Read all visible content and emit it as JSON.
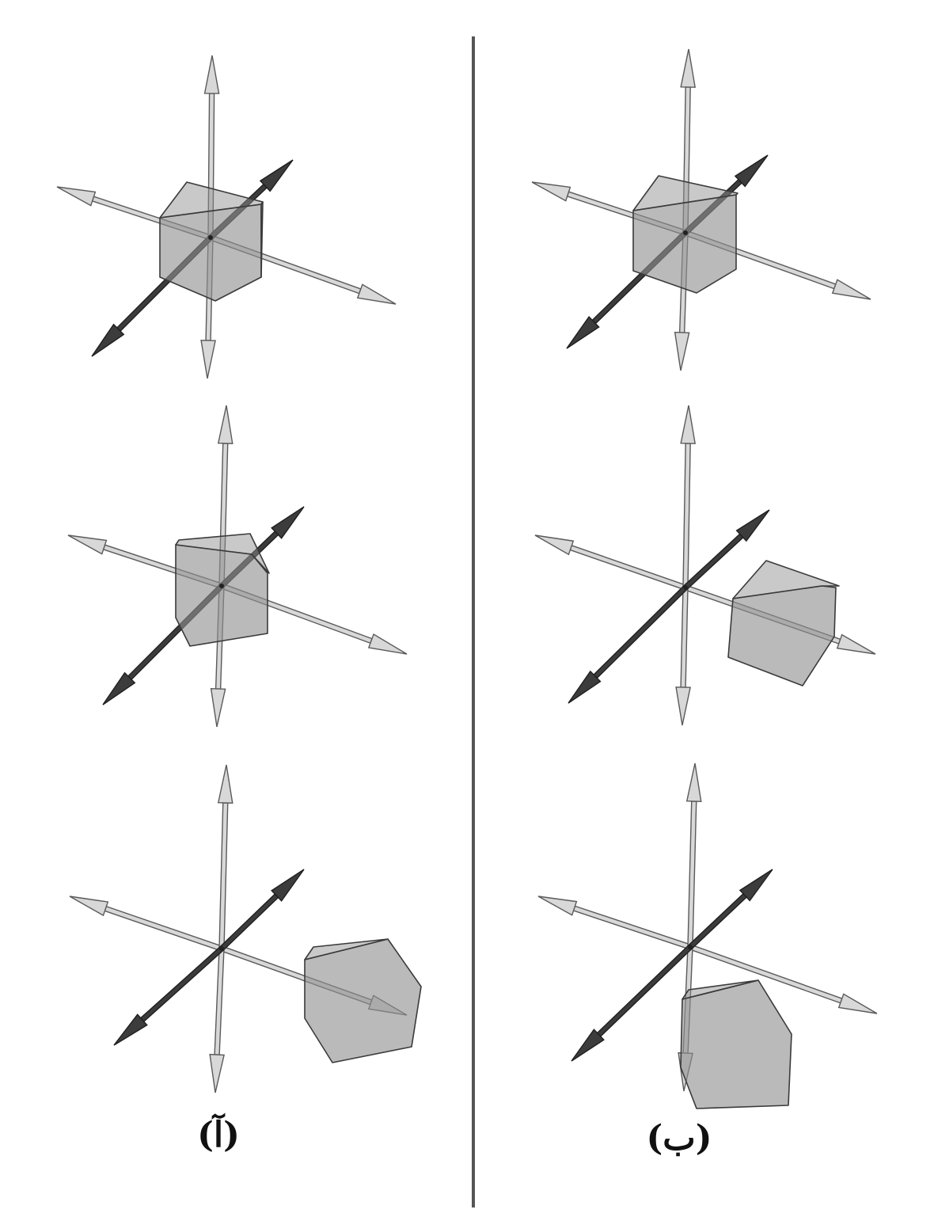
{
  "labels": {
    "column_a": "(آ)",
    "column_b": "(ب)"
  },
  "colors": {
    "background": "#ffffff",
    "divider": "#555555",
    "axis_light_fill": "#d8d8d8",
    "axis_light_stroke": "#5a5a5a",
    "axis_dark_fill": "#3c3c3c",
    "axis_dark_stroke": "#1f1f1f",
    "cube_face": "#8f8f8f",
    "cube_edge": "#3a3a3a"
  },
  "panels": [
    {
      "id": "a1",
      "column": "a",
      "row": 1,
      "cube_position": "at-origin"
    },
    {
      "id": "a2",
      "column": "a",
      "row": 2,
      "cube_position": "at-origin"
    },
    {
      "id": "a3",
      "column": "a",
      "row": 3,
      "cube_position": "along-horizontal-axis"
    },
    {
      "id": "b1",
      "column": "b",
      "row": 1,
      "cube_position": "at-origin"
    },
    {
      "id": "b2",
      "column": "b",
      "row": 2,
      "cube_position": "along-horizontal-axis"
    },
    {
      "id": "b3",
      "column": "b",
      "row": 3,
      "cube_position": "below-origin"
    }
  ]
}
